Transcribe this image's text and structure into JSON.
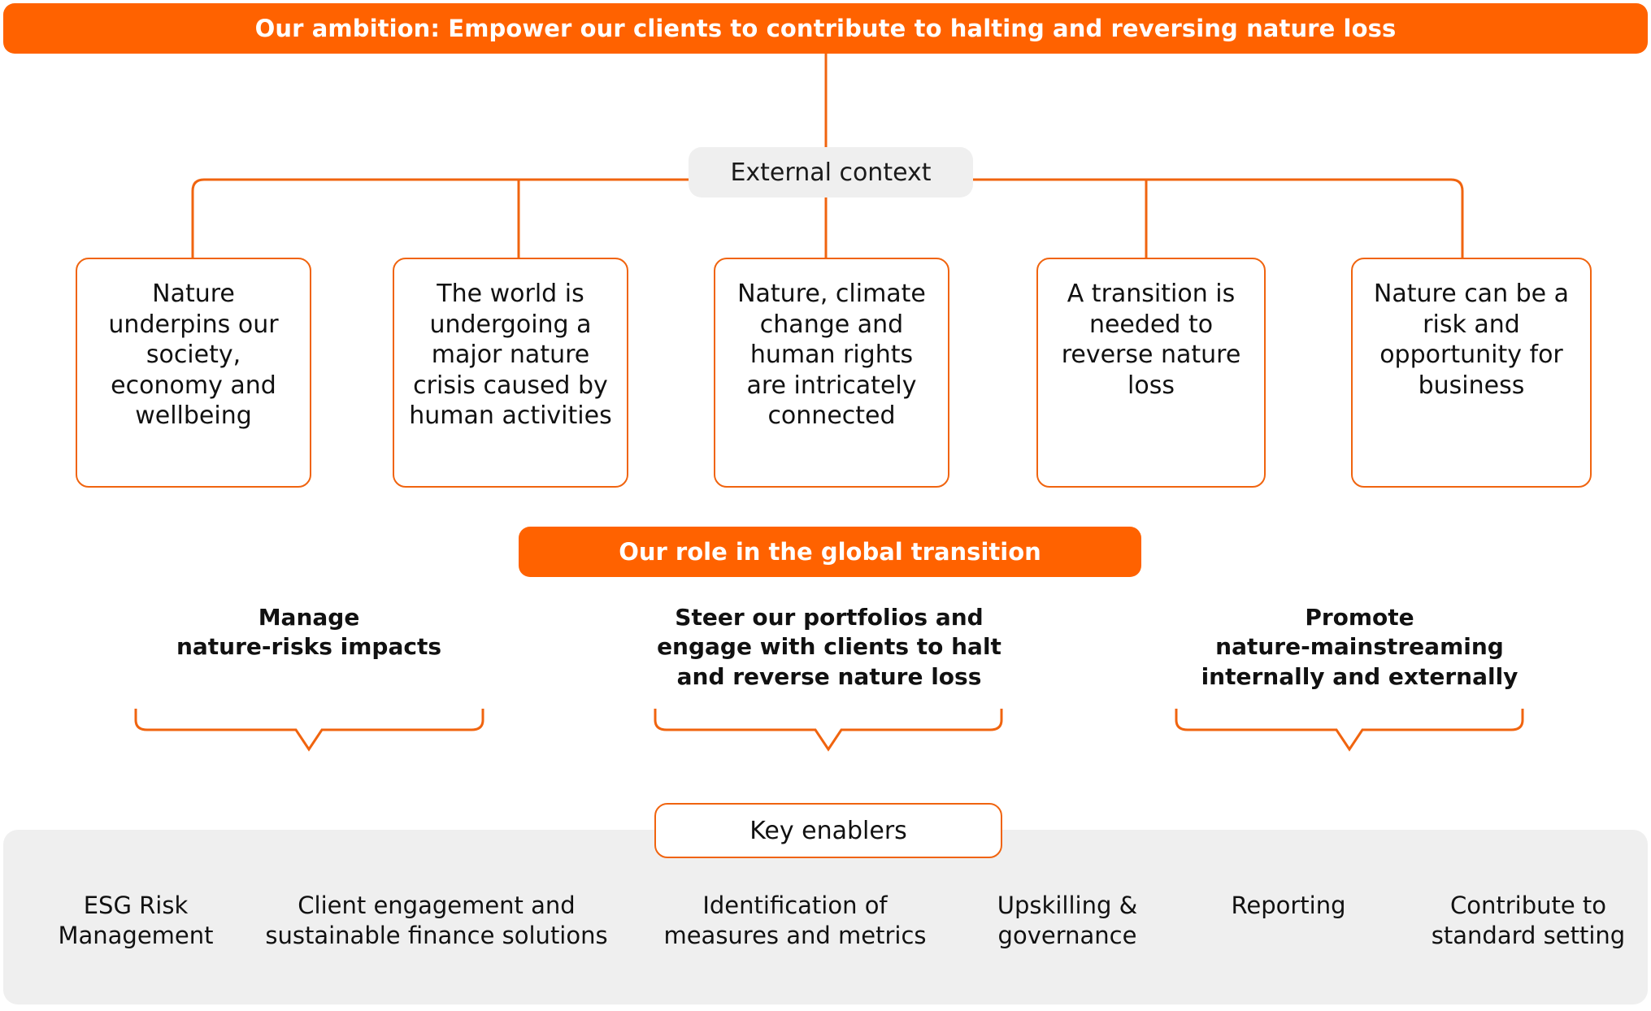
{
  "ambition": {
    "label": "Our ambition: Empower our clients to contribute to halting and reversing nature loss",
    "color": "#ff6200"
  },
  "external_context": {
    "label": "External context",
    "background": "#efefef",
    "boxes": [
      {
        "label": "Nature underpins our society, economy and wellbeing"
      },
      {
        "label": "The world is undergoing a major nature crisis caused by human activities"
      },
      {
        "label": "Nature, climate change and human rights are intricately connected"
      },
      {
        "label": "A transition is needed to reverse nature loss"
      },
      {
        "label": "Nature can be a risk and opportunity for business"
      }
    ],
    "border_color": "#f0640f"
  },
  "role": {
    "label": "Our role in the global transition",
    "color": "#ff6200",
    "pillars": [
      {
        "label": "Manage\nnature-risks  impacts"
      },
      {
        "label": "Steer our portfolios and\nengage with clients to halt\nand reverse nature loss"
      },
      {
        "label": "Promote\nnature-mainstreaming\ninternally and externally"
      }
    ]
  },
  "key_enablers": {
    "label": "Key enablers",
    "strip_background": "#efefef",
    "items": [
      {
        "label": "ESG Risk\nManagement"
      },
      {
        "label": "Client engagement and\nsustainable finance solutions"
      },
      {
        "label": "Identification of\nmeasures and metrics"
      },
      {
        "label": "Upskilling &\ngovernance"
      },
      {
        "label": "Reporting"
      },
      {
        "label": "Contribute to\nstandard setting"
      }
    ]
  }
}
